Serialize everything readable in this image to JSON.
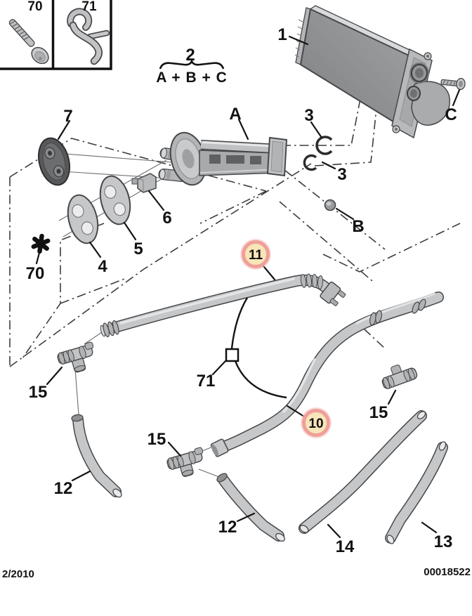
{
  "diagram": {
    "inset": {
      "screw_label": "70",
      "clip_label": "71"
    },
    "kit": {
      "number": "2",
      "formula": "A + B + C"
    },
    "callouts": {
      "core": "1",
      "pipe_assembly": "A",
      "oring_upper": "3",
      "oring_lower": "3",
      "plug": "B",
      "screw": "C",
      "grommet": "7",
      "clamp_block": "6",
      "seal_outer": "5",
      "seal_inner": "4",
      "screw_ref": "70",
      "hose_upper": "11",
      "clip_ref": "71",
      "hose_lower": "10",
      "tee_left": "15",
      "tee_middle": "15",
      "tee_right": "15",
      "hose_left": "12",
      "hose_middle": "12",
      "hose_long": "14",
      "hose_short": "13"
    },
    "highlight": {
      "fill": "#f8e5b8",
      "ring": "#ef9f9a",
      "glow": "#f5bdb9",
      "text_color": "#4d430f"
    },
    "footer": {
      "revision": "2/2010",
      "document_number": "00018522"
    }
  }
}
